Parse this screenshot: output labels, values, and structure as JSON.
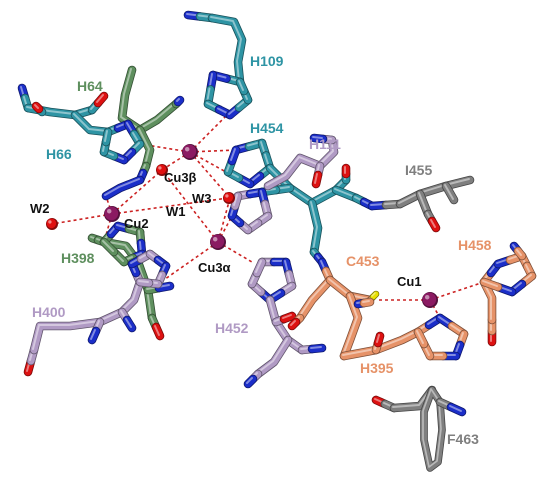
{
  "colors": {
    "cyan": "#2e94a4",
    "green": "#5e8f5e",
    "lilac": "#b09ac4",
    "salmon": "#e69268",
    "gray": "#7f7f7f",
    "nitrogen": "#1b2ec9",
    "oxygen": "#dd1111",
    "sulfur": "#e8e000",
    "copper": "#8b1a62",
    "water": "#e01010",
    "contact": "#cc2222",
    "label_black": "#111111"
  },
  "labels": {
    "h109": "H109",
    "h64": "H64",
    "h66": "H66",
    "h454": "H454",
    "h111": "H111",
    "i455": "I455",
    "cu3b": "Cu3β",
    "w2": "W2",
    "cu2": "Cu2",
    "w1": "W1",
    "w3": "W3",
    "h398": "H398",
    "cu3a": "Cu3α",
    "c453": "C453",
    "h458": "H458",
    "cu1": "Cu1",
    "h400": "H400",
    "h452": "H452",
    "h395": "H395",
    "f463": "F463"
  }
}
